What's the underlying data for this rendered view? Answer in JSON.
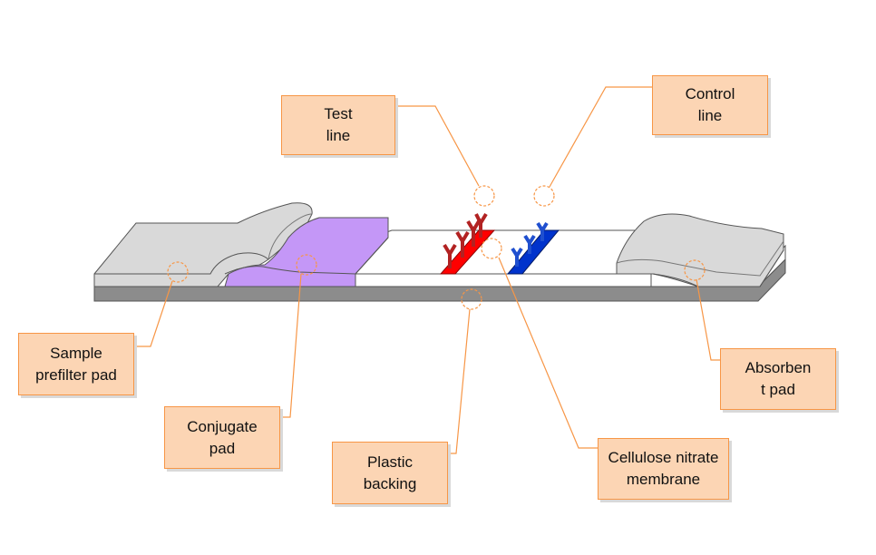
{
  "diagram": {
    "callouts": {
      "test_line": "Test\nline",
      "control_line": "Control\nline",
      "sample_pad": "Sample\nprefilter pad",
      "conjugate_pad": "Conjugate\npad",
      "plastic_backing": "Plastic\nbacking",
      "cellulose_membrane": "Cellulose nitrate\nmembrane",
      "absorbent_pad": "Absorben\nt pad"
    },
    "colors": {
      "callout_fill": "#fcd5b4",
      "callout_border": "#f79646",
      "leader_line": "#f79646",
      "backing": "#8c8c8c",
      "pad_gray": "#d9d9d9",
      "conjugate_pad": "#c497f7",
      "test_line": "#ff0000",
      "control_line": "#0033cc",
      "antibody_test": "#b22222",
      "antibody_control": "#1f4fcf"
    }
  }
}
